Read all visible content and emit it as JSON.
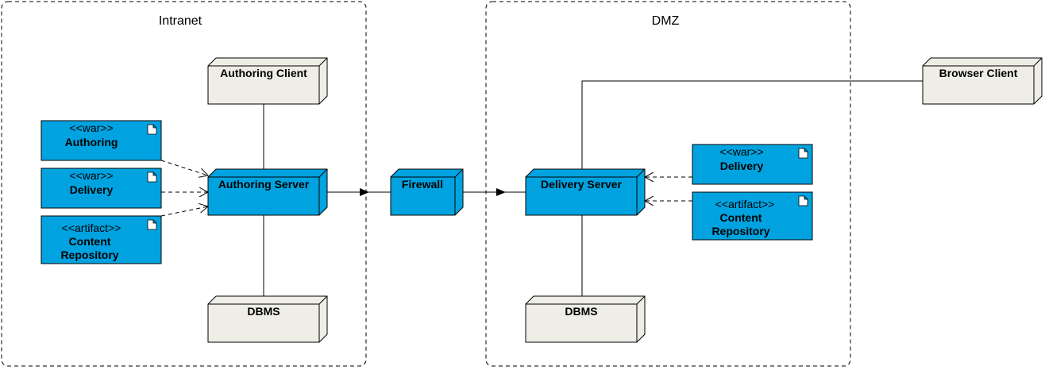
{
  "regions": {
    "intranet": {
      "title": "Intranet"
    },
    "dmz": {
      "title": "DMZ"
    }
  },
  "nodes": {
    "authoring_client": {
      "label": "Authoring Client"
    },
    "authoring_server": {
      "label": "Authoring Server"
    },
    "intranet_dbms": {
      "label": "DBMS"
    },
    "firewall": {
      "label": "Firewall"
    },
    "delivery_server": {
      "label": "Delivery Server"
    },
    "dmz_dbms": {
      "label": "DBMS"
    },
    "browser_client": {
      "label": "Browser Client"
    }
  },
  "artifacts": {
    "intranet_war_authoring": {
      "stereotype": "<<war>>",
      "lines": [
        "Authoring"
      ]
    },
    "intranet_war_delivery": {
      "stereotype": "<<war>>",
      "lines": [
        "Delivery"
      ]
    },
    "intranet_content_repo": {
      "stereotype": "<<artifact>>",
      "lines": [
        "Content",
        "Repository"
      ]
    },
    "dmz_war_delivery": {
      "stereotype": "<<war>>",
      "lines": [
        "Delivery"
      ]
    },
    "dmz_content_repo": {
      "stereotype": "<<artifact>>",
      "lines": [
        "Content",
        "Repository"
      ]
    }
  },
  "colors": {
    "server_fill": "#00a3e0",
    "plain_fill": "#eeede6",
    "stroke": "#000000"
  }
}
